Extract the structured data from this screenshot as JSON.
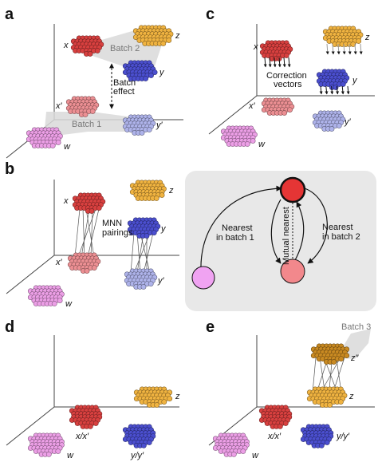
{
  "colors": {
    "red": "#d8403f",
    "pink": "#ec8f93",
    "lilac": "#ec9fe6",
    "orange": "#f0b340",
    "orange_dark": "#c98a22",
    "blue": "#4b4fcf",
    "blue_light": "#aeb3ea",
    "batch_band": "#d9d9d9",
    "inset_bg": "#e8e8e8"
  },
  "panels": {
    "a": {
      "letter": "a",
      "batch2_label": "Batch 2",
      "batch1_label": "Batch 1",
      "effect_label_line1": "Batch",
      "effect_label_line2": "effect",
      "labels": {
        "x": "x",
        "z": "z",
        "y": "y",
        "x_prime": "x′",
        "y_prime": "y′",
        "w": "w"
      }
    },
    "b": {
      "letter": "b",
      "pairings_line1": "MNN",
      "pairings_line2": "pairings",
      "labels": {
        "x": "x",
        "z": "z",
        "y": "y",
        "x_prime": "x′",
        "y_prime": "y′",
        "w": "w"
      },
      "inset": {
        "nearest1_line1": "Nearest",
        "nearest1_line2": "in batch 1",
        "nearest2_line1": "Nearest",
        "nearest2_line2": "in batch 2",
        "mutual": "Mutual nearest"
      }
    },
    "c": {
      "letter": "c",
      "correction_line1": "Correction",
      "correction_line2": "vectors",
      "labels": {
        "x": "x",
        "z": "z",
        "y": "y",
        "x_prime": "x′",
        "y_prime": "y′",
        "w": "w"
      }
    },
    "d": {
      "letter": "d",
      "labels": {
        "z": "z",
        "xx": "x/x′",
        "yy": "y/y′",
        "w": "w"
      }
    },
    "e": {
      "letter": "e",
      "batch3_label": "Batch 3",
      "labels": {
        "z2": "z″",
        "z": "z",
        "xx": "x/x′",
        "yy": "y/y′",
        "w": "w"
      }
    }
  }
}
